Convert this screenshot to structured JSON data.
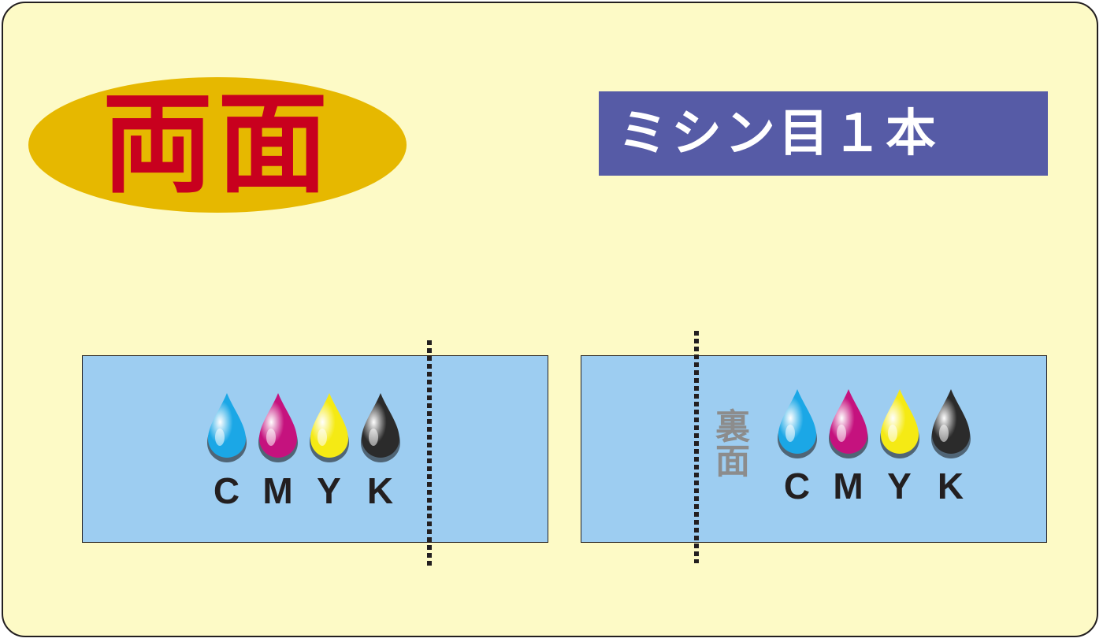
{
  "title": "両面",
  "banner": "ミシン目１本",
  "front": {
    "inks": [
      {
        "letter": "C",
        "color": "#1ba7e6",
        "icon": "cyan-ink-drop-icon"
      },
      {
        "letter": "M",
        "color": "#c5127e",
        "icon": "magenta-ink-drop-icon"
      },
      {
        "letter": "Y",
        "color": "#f5ea14",
        "icon": "yellow-ink-drop-icon"
      },
      {
        "letter": "K",
        "color": "#2b2b2b",
        "icon": "black-ink-drop-icon"
      }
    ]
  },
  "back": {
    "label": "裏面",
    "inks": [
      {
        "letter": "C",
        "color": "#1ba7e6",
        "icon": "cyan-ink-drop-icon"
      },
      {
        "letter": "M",
        "color": "#c5127e",
        "icon": "magenta-ink-drop-icon"
      },
      {
        "letter": "Y",
        "color": "#f5ea14",
        "icon": "yellow-ink-drop-icon"
      },
      {
        "letter": "K",
        "color": "#2b2b2b",
        "icon": "black-ink-drop-icon"
      }
    ]
  },
  "colors": {
    "background": "#fdfac6",
    "oval": "#e6b800",
    "title_text": "#c8001e",
    "banner_bg": "#565ba6",
    "panel": "#9dcdf1",
    "perforation": "#231f20",
    "back_label": "#8c8c8c"
  }
}
